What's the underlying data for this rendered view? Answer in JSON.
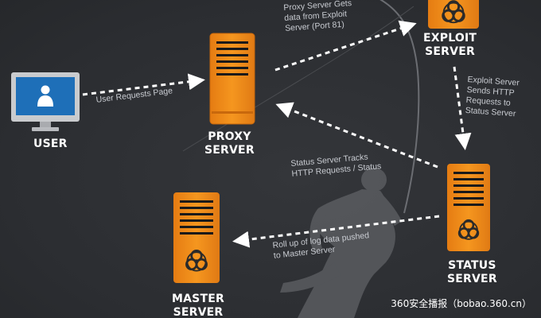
{
  "diagram": {
    "nodes": {
      "user": {
        "line1": "USER"
      },
      "proxy": {
        "line1": "PROXY",
        "line2": "SERVER"
      },
      "exploit": {
        "line1": "EXPLOIT",
        "line2": "SERVER"
      },
      "status": {
        "line1": "STATUS",
        "line2": "SERVER"
      },
      "master": {
        "line1": "MASTER",
        "line2": "SERVER"
      }
    },
    "edges": {
      "user_to_proxy": {
        "line1": "User Requests Page"
      },
      "proxy_to_exploit": {
        "line1": "Proxy Server Gets",
        "line2": "data from Exploit",
        "line3": "Server (Port 81)"
      },
      "exploit_to_status": {
        "line1": "Exploit Server",
        "line2": "Sends HTTP",
        "line3": "Requests to",
        "line4": "Status Server"
      },
      "status_to_proxy": {
        "line1": "Status Server Tracks",
        "line2": "HTTP Requests / Status"
      },
      "status_to_master": {
        "line1": "Roll up of log data pushed",
        "line2": "to Master Server"
      }
    },
    "colors": {
      "server": "#f08a1c",
      "monitor": "#1e6fb8",
      "arrow": "#ffffff",
      "background": "#2d2f33"
    },
    "icons": {
      "server_biohazard": "biohazard-icon",
      "user_person": "person-icon"
    }
  },
  "watermark": {
    "text": "360安全播报（bobao.360.cn）"
  }
}
